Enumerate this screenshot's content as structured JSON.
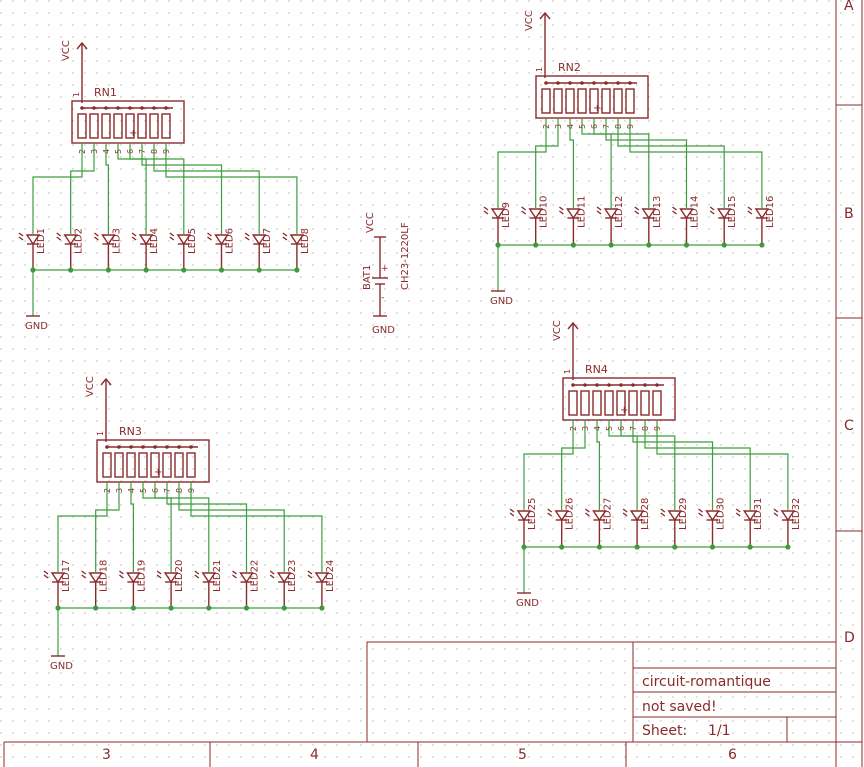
{
  "frame": {
    "col_labels": [
      "3",
      "4",
      "5",
      "6"
    ],
    "row_labels": [
      "A",
      "B",
      "C",
      "D"
    ]
  },
  "title_block": {
    "project": "circuit-romantique",
    "status": "not saved!",
    "sheet_label": "Sheet:",
    "sheet_value": "1/1"
  },
  "blocks": [
    {
      "id": "RN1",
      "vcc": "VCC",
      "gnd": "GND",
      "pin1": "1",
      "pins": [
        "2",
        "3",
        "4",
        "5",
        "6",
        "7",
        "8",
        "9"
      ],
      "leds": [
        "LED1",
        "LED2",
        "LED3",
        "LED4",
        "LED5",
        "LED6",
        "LED7",
        "LED8"
      ]
    },
    {
      "id": "RN2",
      "vcc": "VCC",
      "gnd": "GND",
      "pin1": "1",
      "pins": [
        "2",
        "3",
        "4",
        "5",
        "6",
        "7",
        "8",
        "9"
      ],
      "leds": [
        "LED9",
        "LED10",
        "LED11",
        "LED12",
        "LED13",
        "LED14",
        "LED15",
        "LED16"
      ]
    },
    {
      "id": "RN3",
      "vcc": "VCC",
      "gnd": "GND",
      "pin1": "1",
      "pins": [
        "2",
        "3",
        "4",
        "5",
        "6",
        "7",
        "8",
        "9"
      ],
      "leds": [
        "LED17",
        "LED18",
        "LED19",
        "LED20",
        "LED21",
        "LED22",
        "LED23",
        "LED24"
      ]
    },
    {
      "id": "RN4",
      "vcc": "VCC",
      "gnd": "GND",
      "pin1": "1",
      "pins": [
        "2",
        "3",
        "4",
        "5",
        "6",
        "7",
        "8",
        "9"
      ],
      "leds": [
        "LED25",
        "LED26",
        "LED27",
        "LED28",
        "LED29",
        "LED30",
        "LED31",
        "LED32"
      ]
    }
  ],
  "battery": {
    "name": "BAT1",
    "value": "CH23-1220LF",
    "vcc": "VCC",
    "gnd": "GND",
    "plus": "+",
    "minus": "-"
  }
}
